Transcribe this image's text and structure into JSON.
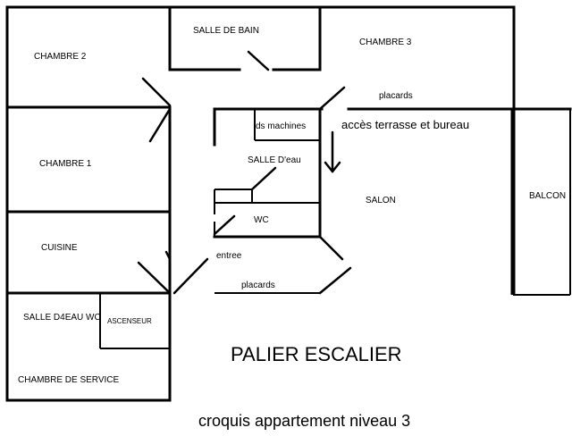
{
  "rooms": {
    "chambre2": "CHAMBRE 2",
    "salle_de_bain": "SALLE DE BAIN",
    "chambre3": "CHAMBRE 3",
    "placards_haut": "placards",
    "machines": "ds machines",
    "acces": "accès terrasse et bureau",
    "chambre1": "CHAMBRE 1",
    "salle_deau": "SALLE D'eau",
    "salon": "SALON",
    "balcon": "BALCON",
    "wc": "WC",
    "cuisine": "CUISINE",
    "entree": "entree",
    "placards_bas": "placards",
    "salle_d4eau_wc": "SALLE D4EAU WC",
    "ascenseur": "ASCENSEUR",
    "chambre_service": "CHAMBRE DE SERVICE"
  },
  "palier": "PALIER ESCALIER",
  "caption": "croquis appartement niveau 3"
}
